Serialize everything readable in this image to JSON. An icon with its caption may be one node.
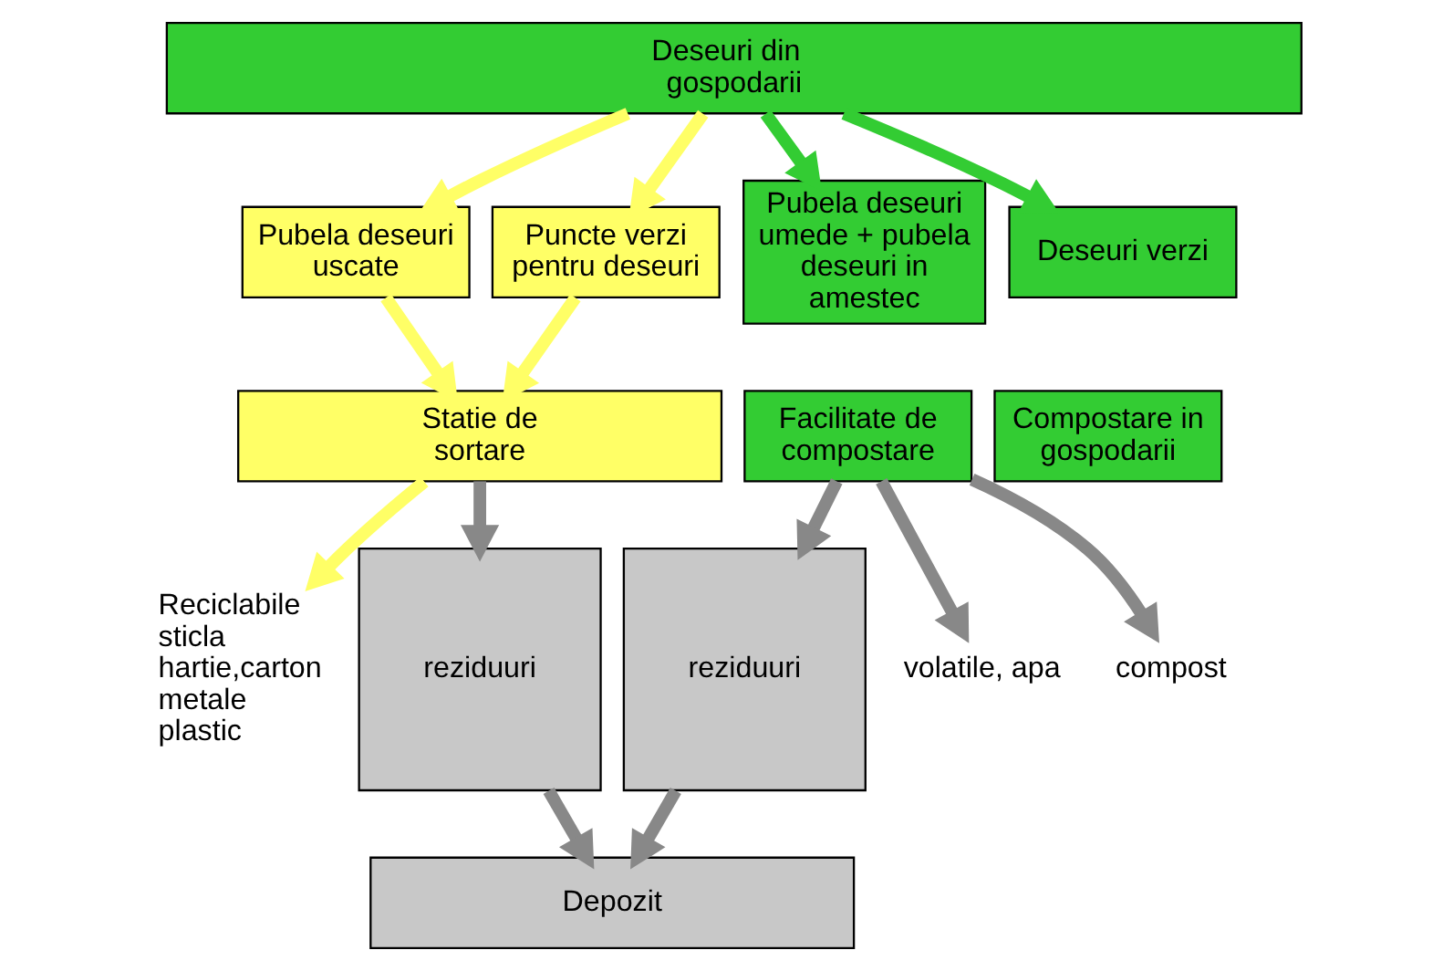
{
  "diagram": {
    "nodes": [
      {
        "text": [
          "Deseuri din   gospodarii"
        ]
      },
      {
        "text": [
          "Pubela deseuri uscate"
        ]
      },
      {
        "text": [
          "Puncte verzi pentru deseuri"
        ]
      },
      {
        "text": [
          "Pubela deseuri umede + pubela deseuri in amestec"
        ]
      },
      {
        "text": [
          "Deseuri verzi"
        ]
      },
      {
        "text": [
          "Statie de sortare"
        ]
      },
      {
        "text": [
          "Facilitate de compostare"
        ]
      },
      {
        "text": [
          "Compostare in gospodarii"
        ]
      },
      {
        "text": [
          "Reciclabile",
          "sticla",
          "hartie,carton",
          "metale",
          "plastic"
        ]
      },
      {
        "text": [
          "reziduuri"
        ]
      },
      {
        "text": [
          "reziduuri"
        ]
      },
      {
        "text": [
          "volatile, apa"
        ]
      },
      {
        "text": [
          "compost"
        ]
      },
      {
        "text": [
          "Depozit"
        ]
      }
    ],
    "edges": [
      {
        "from": 0,
        "to": 1,
        "arrow": "to",
        "color": "#ffff66"
      },
      {
        "from": 0,
        "to": 2,
        "arrow": "to",
        "color": "#ffff66"
      },
      {
        "from": 0,
        "to": 3,
        "arrow": "to",
        "color": "#33cc33"
      },
      {
        "from": 0,
        "to": 4,
        "arrow": "to",
        "color": "#33cc33"
      },
      {
        "from": 1,
        "to": 5,
        "arrow": "to",
        "color": "#ffff66"
      },
      {
        "from": 2,
        "to": 5,
        "arrow": "to",
        "color": "#ffff66"
      },
      {
        "from": 5,
        "to": 8,
        "arrow": "to",
        "color": "#ffff66"
      },
      {
        "from": 5,
        "to": 9,
        "arrow": "to"
      },
      {
        "from": 6,
        "to": 10,
        "arrow": "to"
      },
      {
        "from": 6,
        "to": 11,
        "arrow": "to"
      },
      {
        "from": 6,
        "to": 12,
        "arrow": "to"
      },
      {
        "from": 9,
        "to": 13,
        "arrow": "to"
      },
      {
        "from": 10,
        "to": 13,
        "arrow": "to"
      }
    ]
  }
}
